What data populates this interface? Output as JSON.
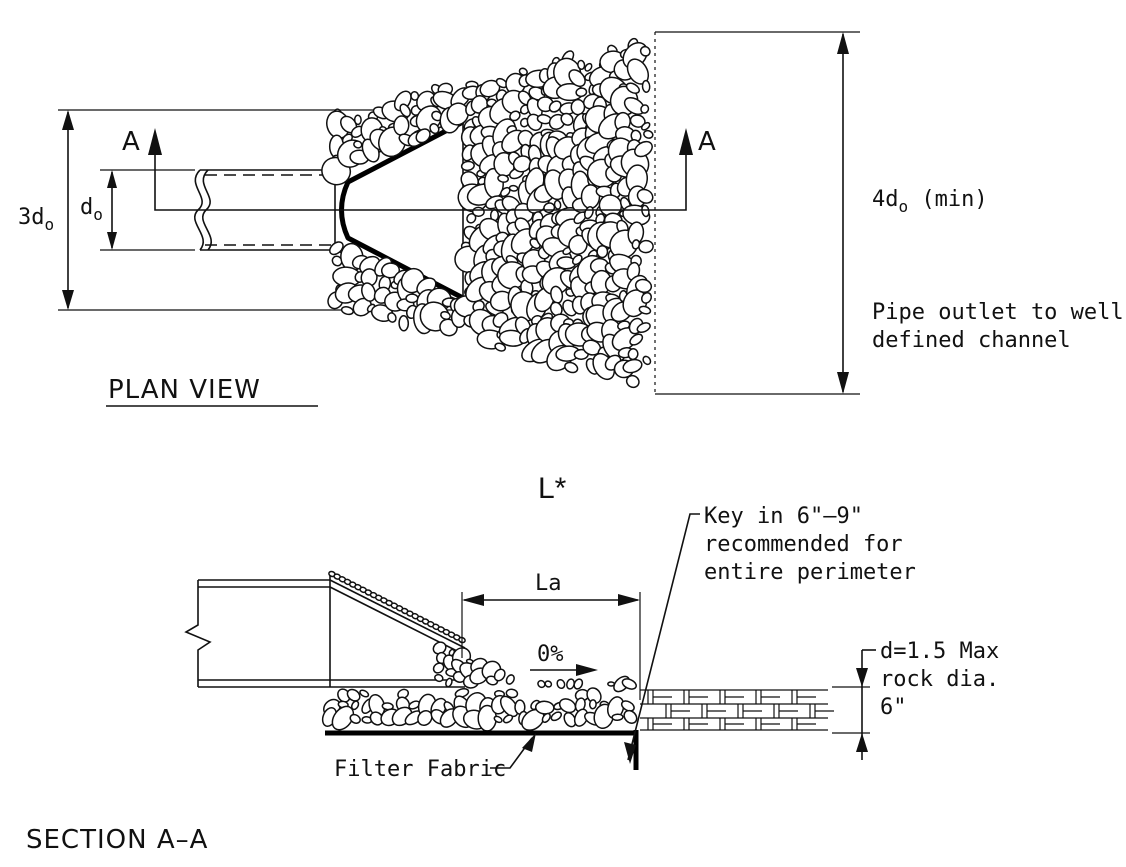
{
  "plan_view": {
    "title": "PLAN VIEW",
    "section_marker_left": "A",
    "section_marker_right": "A",
    "dim_pipe_width_main": "3d",
    "dim_pipe_width_sub": "o",
    "dim_pipe_dia_main": "d",
    "dim_pipe_dia_sub": "o",
    "dim_apron_width_main": "4d",
    "dim_apron_width_sub": "o",
    "dim_apron_width_suffix": " (min)",
    "note_line1": "Pipe outlet to well",
    "note_line2": "defined channel"
  },
  "length_label": "L*",
  "section_view": {
    "title": "SECTION A–A",
    "dim_la": "La",
    "slope": "0%",
    "key_note_line1": "Key in 6\"–9\"",
    "key_note_line2": "recommended for",
    "key_note_line3": "entire perimeter",
    "depth_line1": "d=1.5 Max",
    "depth_line2": "rock dia.",
    "depth_line3": "6\"",
    "filter_fabric": "Filter Fabric"
  }
}
